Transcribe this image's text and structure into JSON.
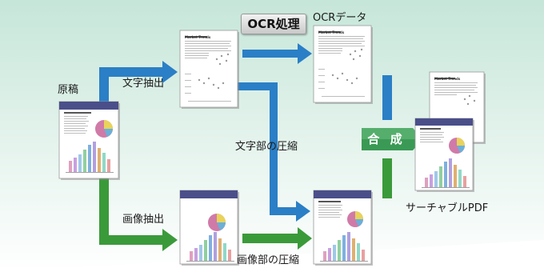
{
  "labels": {
    "ocr_process": "OCR処理",
    "ocr_data": "OCRデータ",
    "original": "原稿",
    "text_extract": "文字抽出",
    "image_extract": "画像抽出",
    "text_compress": "文字部の圧縮",
    "image_compress": "画像部の圧縮",
    "merge": "合 成",
    "searchable_pdf": "サーチャブルPDF"
  },
  "doc_heading": "Market Trends",
  "colors": {
    "blue_flow": "#2a7fc6",
    "green_flow": "#3a9a3a",
    "background_top": "#c6e6d9",
    "background_bottom": "#ffffff",
    "merge_badge": "#3a9a55"
  }
}
